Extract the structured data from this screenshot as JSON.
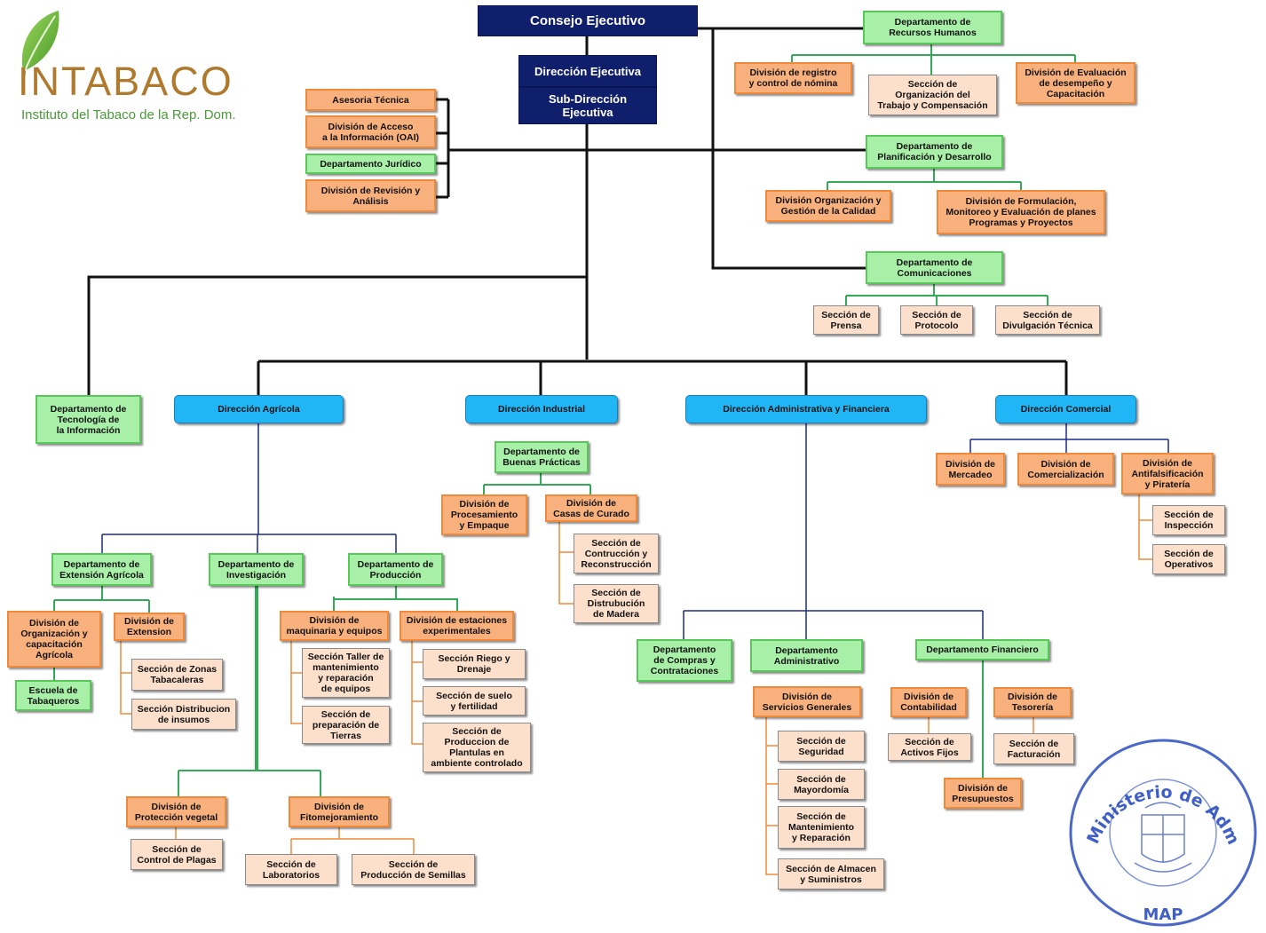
{
  "logo": {
    "name": "INTABACO",
    "subtitle": "Instituto del Tabaco de la Rep. Dom."
  },
  "stamp": {
    "text": "Ministerio de Administración Pública",
    "abbr": "MAP"
  },
  "org": {
    "consejo": "Consejo Ejecutivo",
    "direccion_ejecutiva": "Dirección Ejecutiva",
    "sub_direccion": "Sub-Dirección\nEjecutiva",
    "asesoria_tecnica": "Asesoria Técnica",
    "div_acceso_info": "División de Acceso\na la Información (OAI)",
    "depto_juridico": "Departamento Jurídico",
    "div_revision": "División de Revisión y\nAnálisis",
    "rrhh": "Departamento de\nRecursos Humanos",
    "div_registro_nomina": "División de registro\ny control de nómina",
    "secc_org_trabajo": "Sección de\nOrganización del\nTrabajo y Compensación",
    "div_eval_desempeno": "División de Evaluación\nde desempeño y\nCapacitación",
    "planificacion": "Departamento de\nPlanificación y Desarrollo",
    "div_org_calidad": "División Organización y\nGestión de la Calidad",
    "div_formulacion": "División de Formulación,\nMonitoreo y Evaluación de planes\nProgramas y Proyectos",
    "comunicaciones": "Departamento de\nComunicaciones",
    "secc_prensa": "Sección de\nPrensa",
    "secc_protocolo": "Sección de\nProtocolo",
    "secc_divulgacion": "Sección de\nDivulgación Técnica",
    "tecnologia_info": "Departamento de\nTecnología de\nla Información",
    "dir_agricola": "Dirección Agrícola",
    "dir_industrial": "Dirección Industrial",
    "dir_admin_fin": "Dirección Administrativa y Financiera",
    "dir_comercial": "Dirección Comercial",
    "buenas_practicas": "Departamento de\nBuenas Prácticas",
    "div_procesamiento": "División de\nProcesamiento\ny Empaque",
    "div_casas_curado": "División de\nCasas de Curado",
    "secc_construccion": "Sección de\nContrucción y\nReconstrucción",
    "secc_distribucion_madera": "Sección de\nDistrubución\nde Madera",
    "div_mercadeo": "División de\nMercadeo",
    "div_comercializacion": "División de\nComercialización",
    "div_antifalsificacion": "División de\nAntifalsificación\ny Piratería",
    "secc_inspeccion": "Sección de\nInspección",
    "secc_operativos": "Sección de\nOperativos",
    "ext_agricola": "Departamento de\nExtensión Agrícola",
    "investigacion": "Departamento de\nInvestigación",
    "produccion": "Departamento de\nProducción",
    "div_org_capacitacion": "División de\nOrganización y\ncapacitación\nAgrícola",
    "div_extension": "División de\nExtension",
    "escuela_tabaqueros": "Escuela de\nTabaqueros",
    "secc_zonas_tabacaleras": "Sección de Zonas\nTabacaleras",
    "secc_distribucion_insumos": "Sección Distribucion\nde insumos",
    "div_maquinaria": "División de\nmaquinaria y equipos",
    "div_estaciones": "División de estaciones\nexperimentales",
    "secc_taller": "Sección Taller de\nmantenimiento\ny reparación\nde equipos",
    "secc_prep_tierras": "Sección de\npreparación de\nTierras",
    "secc_riego": "Sección Riego y\nDrenaje",
    "secc_suelo": "Sección de suelo\ny fertilidad",
    "secc_plantulas": "Sección de\nProduccion de\nPlantulas en\nambiente controlado",
    "div_proteccion_vegetal": "División de\nProtección vegetal",
    "div_fitomejoramiento": "División de\nFitomejoramiento",
    "secc_plagas": "Sección de\nControl de Plagas",
    "secc_laboratorios": "Sección de\nLaboratorios",
    "secc_semillas": "Sección de\nProducción de Semillas",
    "compras": "Departamento\nde Compras y\nContrataciones",
    "administrativo": "Departamento\nAdministrativo",
    "financiero": "Departamento Financiero",
    "div_servicios_generales": "División de\nServicios Generales",
    "secc_seguridad": "Sección de\nSeguridad",
    "secc_mayordomia": "Sección de\nMayordomía",
    "secc_mantenimiento": "Sección de\nMantenimiento\ny Reparación",
    "secc_almacen": "Sección de Almacen\ny Suministros",
    "div_contabilidad": "División de\nContabilidad",
    "div_tesoreria": "División de\nTesorería",
    "secc_activos_fijos": "Sección de\nActivos Fijos",
    "secc_facturacion": "Sección de\nFacturación",
    "div_presupuestos": "División de\nPresupuestos"
  }
}
